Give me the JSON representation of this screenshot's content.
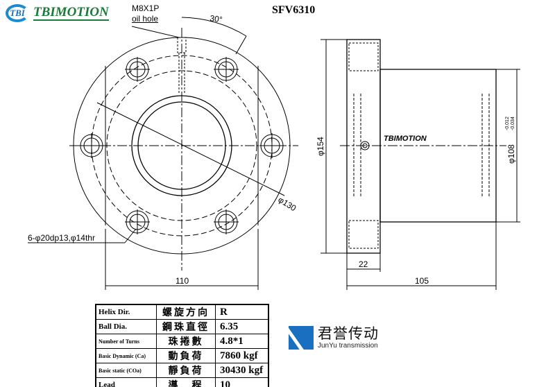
{
  "brand": {
    "logo_mark": "TBI",
    "name": "TBIMOTION"
  },
  "model": "SFV6310",
  "oil_hole": {
    "line1": "M8X1P",
    "line2": "oil hole"
  },
  "dimensions": {
    "angle": "30°",
    "bolt_circle": "φ130",
    "holes": "6-φ20dp13,φ14thr",
    "flat_width": "110",
    "flange_dia": "φ154",
    "flange_thickness": "22",
    "length": "105",
    "body_dia": "φ108",
    "body_tol_upper": "-0.012",
    "body_tol_lower": "-0.034",
    "side_logo": "TBIMOTION"
  },
  "spec_table": [
    {
      "en": "Helix Dir.",
      "zh": "螺旋方向",
      "value": "R"
    },
    {
      "en": "Ball Dia.",
      "zh": "鋼珠直徑",
      "value": "6.35"
    },
    {
      "en": "Number of Turns",
      "zh": "珠捲數",
      "value": "4.8*1"
    },
    {
      "en": "Basic Dynamic (Ca)",
      "zh": "動負荷",
      "value": "7860 kgf"
    },
    {
      "en": "Basic static (COa)",
      "zh": "靜負荷",
      "value": "30430 kgf"
    },
    {
      "en": "Lead",
      "zh": "導　程",
      "value": "10"
    }
  ],
  "junyu": {
    "cn": "君誉传动",
    "en": "JunYu transmission"
  }
}
